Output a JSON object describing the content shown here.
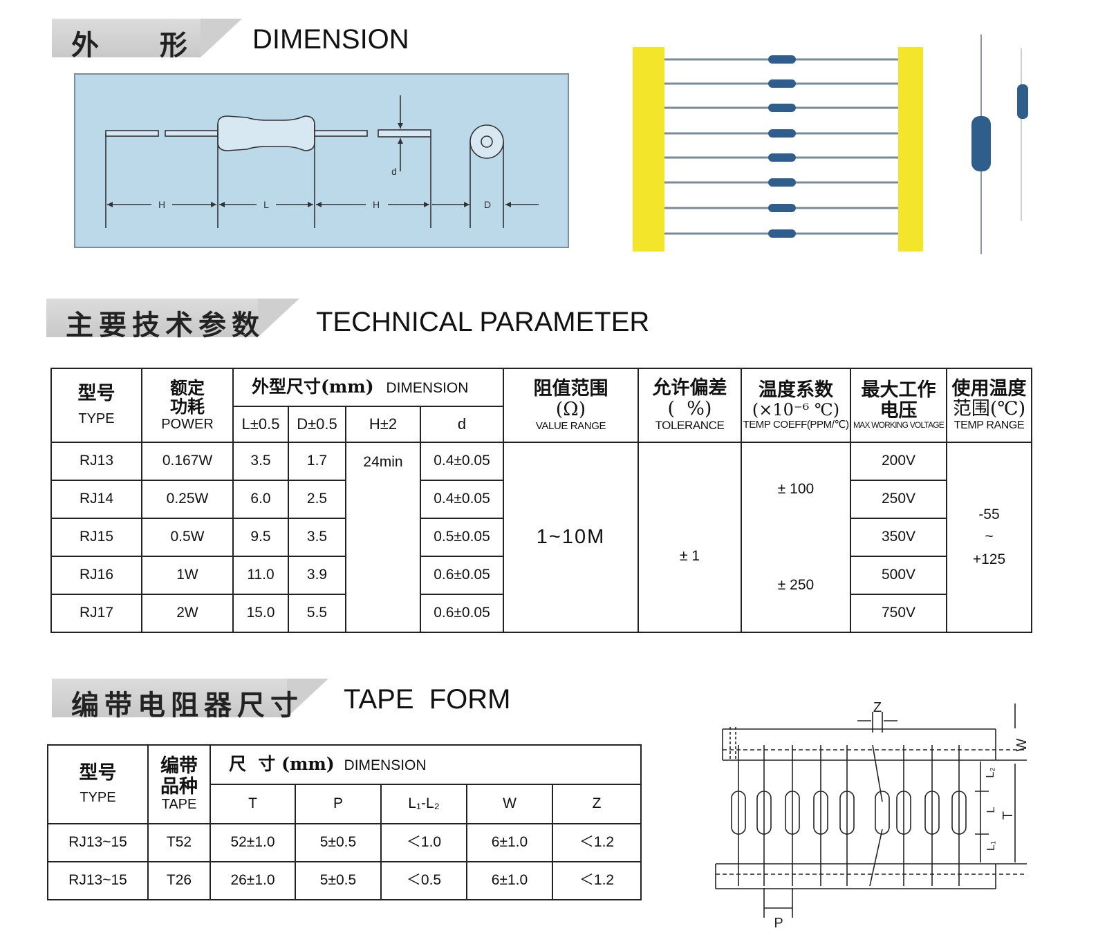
{
  "dimension_section": {
    "cn": "外  形",
    "en": "DIMENSION",
    "drawing_labels": {
      "h_left": "H",
      "l": "L",
      "h_right": "H",
      "d_small": "d",
      "d_big": "D"
    }
  },
  "technical_section": {
    "cn": "主要技术参数",
    "en": "TECHNICAL PARAMETER",
    "headers": {
      "type_cn": "型号",
      "type_en": "TYPE",
      "power_cn": "额定功耗",
      "power_en": "POWER",
      "dim_cn": "外型尺寸(mm)",
      "dim_en": "DIMENSION",
      "sub_l": "L±0.5",
      "sub_d": "D±0.5",
      "sub_h": "H±2",
      "sub_dd": "d",
      "value_cn": "阻值范围",
      "value_sym": "(Ω)",
      "value_en": "VALUE RANGE",
      "tol_cn": "允许偏差",
      "tol_sym": "(  %)",
      "tol_en": "TOLERANCE",
      "tc_cn": "温度系数",
      "tc_sym": "(×10⁻⁶ ℃)",
      "tc_en": "TEMP COEFF(PPM/℃)",
      "volt_cn1": "最大工作",
      "volt_cn2": "电压",
      "volt_en": "MAX WORKING VOLTAGE",
      "temp_cn1": "使用温度",
      "temp_cn2": "范围(℃)",
      "temp_en": "TEMP RANGE"
    },
    "rows": [
      {
        "type": "RJ13",
        "power": "0.167W",
        "l": "3.5",
        "d": "1.7",
        "dd": "0.4±0.05",
        "volt": "200V"
      },
      {
        "type": "RJ14",
        "power": "0.25W",
        "l": "6.0",
        "d": "2.5",
        "dd": "0.4±0.05",
        "volt": "250V"
      },
      {
        "type": "RJ15",
        "power": "0.5W",
        "l": "9.5",
        "d": "3.5",
        "dd": "0.5±0.05",
        "volt": "350V"
      },
      {
        "type": "RJ16",
        "power": "1W",
        "l": "11.0",
        "d": "3.9",
        "dd": "0.6±0.05",
        "volt": "500V"
      },
      {
        "type": "RJ17",
        "power": "2W",
        "l": "15.0",
        "d": "5.5",
        "dd": "0.6±0.05",
        "volt": "750V"
      }
    ],
    "h_value": "24min",
    "value_range": "1~10M",
    "tolerance": "± 1",
    "tc_a": "± 100",
    "tc_b": "± 250",
    "temp_low": "-55",
    "temp_sep": "~",
    "temp_high": "+125"
  },
  "tape_section": {
    "cn": "编带电阻器尺寸",
    "en": "TAPE  FORM",
    "headers": {
      "type_cn": "型号",
      "type_en": "TYPE",
      "tape_cn": "编带品种",
      "tape_en": "TAPE",
      "dim_cn": "尺  寸 (mm)",
      "dim_en": "DIMENSION",
      "t": "T",
      "p": "P",
      "l1l2": "L₁-L₂",
      "w": "W",
      "z": "Z"
    },
    "rows": [
      {
        "type": "RJ13~15",
        "tape": "T52",
        "t": "52±1.0",
        "p": "5±0.5",
        "l1l2": "＜1.0",
        "w": "6±1.0",
        "z": "＜1.2"
      },
      {
        "type": "RJ13~15",
        "tape": "T26",
        "t": "26±1.0",
        "p": "5±0.5",
        "l1l2": "＜0.5",
        "w": "6±1.0",
        "z": "＜1.2"
      }
    ],
    "drawing_labels": {
      "z": "Z",
      "w": "W",
      "l2": "L₂",
      "l": "L",
      "l1": "L₁",
      "t": "T",
      "p": "P"
    }
  },
  "colors": {
    "drawing_bg": "#bcd9ea",
    "tape_yellow": "#f2e52a",
    "resistor_blue": "#2f5d8c",
    "banner_grey": "#cfcfcf"
  }
}
